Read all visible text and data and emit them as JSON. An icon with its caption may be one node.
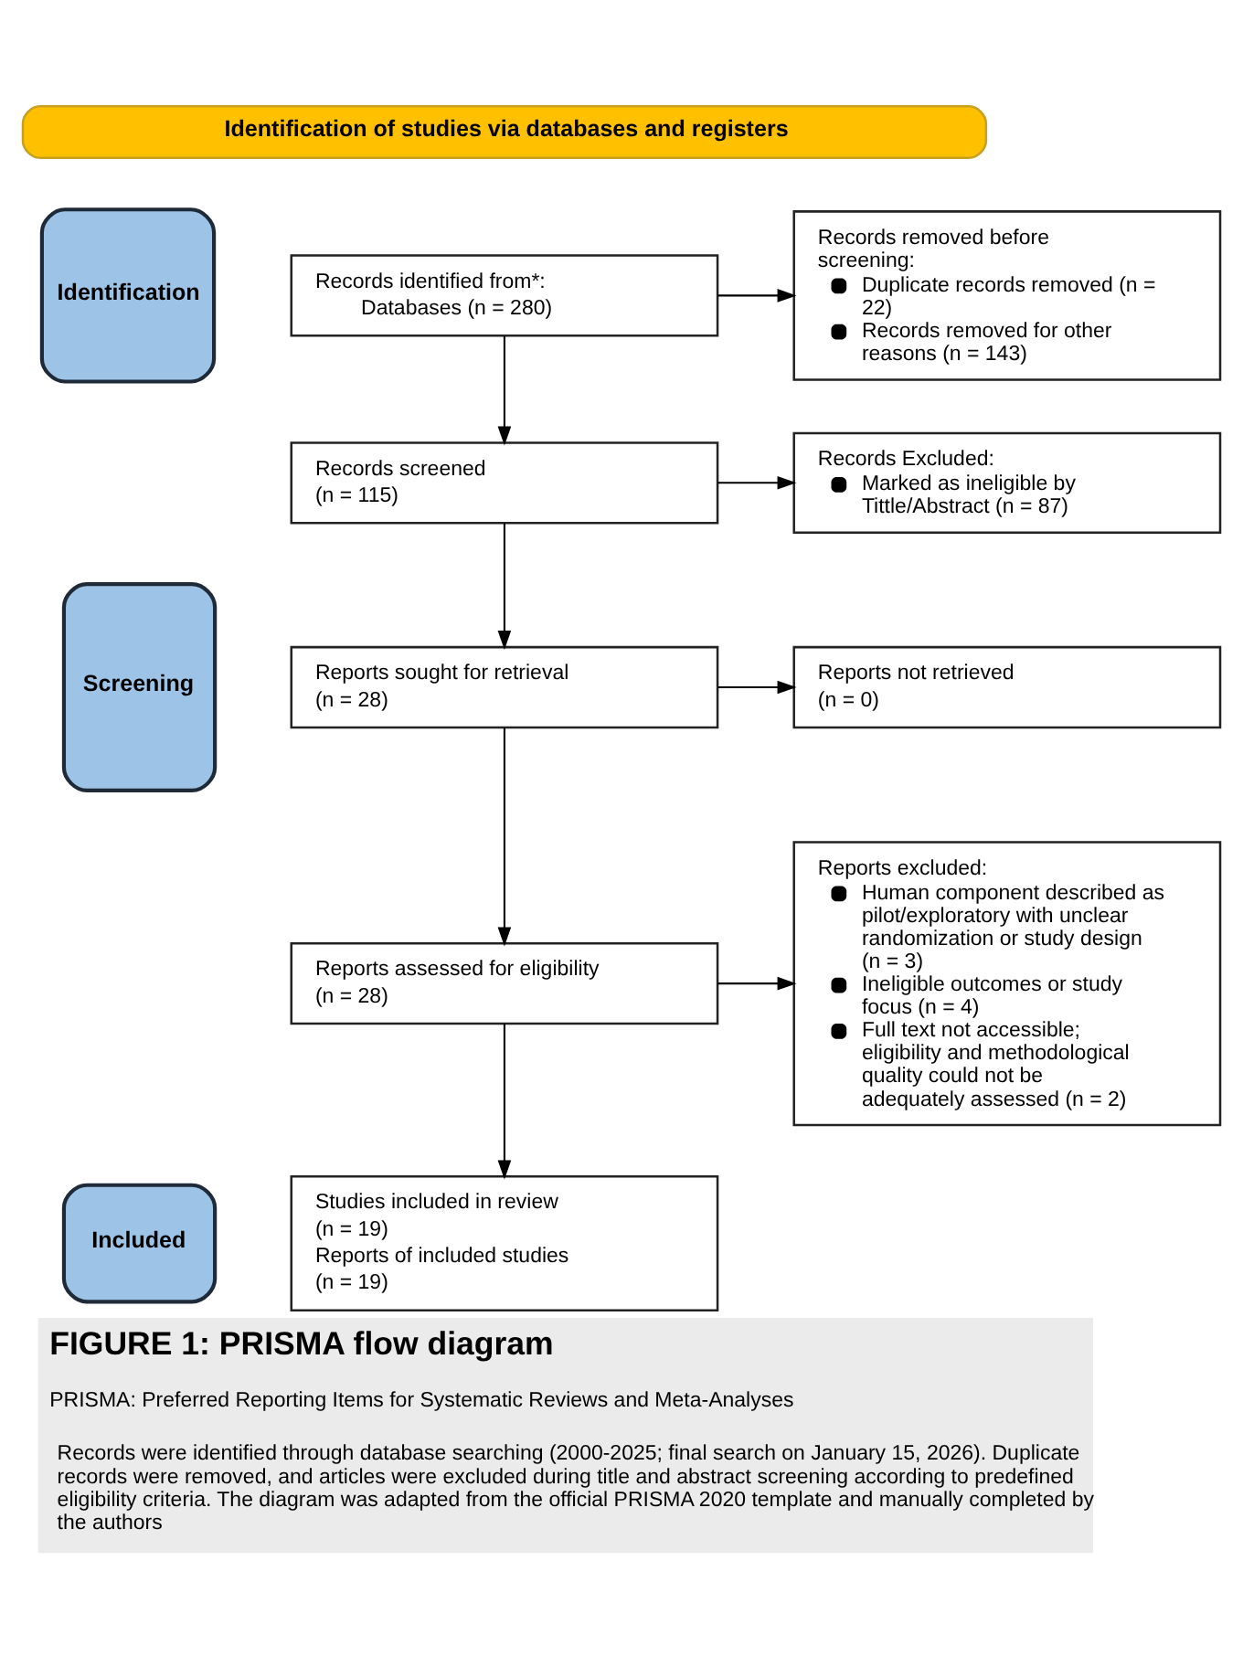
{
  "diagram": {
    "title": "FIGURE 1: PRISMA flow diagram",
    "caption": "Records were identified through database searching (2000-2025; final search on January 15, 2026). Duplicate records were removed, and articles were excluded during title and abstract screening according to predefined eligibility criteria. The diagram was adapted from the official PRISMA 2020 template and manually completed by the authors",
    "nodes": [
      {
        "text": [
          "Identification of studies via databases and registers"
        ]
      },
      {
        "text": [
          "Identification"
        ]
      },
      {
        "text": [
          "Records identified from*:",
          "Databases (n = 280)"
        ]
      },
      {
        "text": [
          "Records removed before screening:",
          "Duplicate records removed (n = 22)",
          "Records removed for other reasons (n = 143)"
        ]
      },
      {
        "text": [
          "Screening"
        ]
      },
      {
        "text": [
          "Records screened",
          "(n = 115)"
        ]
      },
      {
        "text": [
          "Records Excluded:",
          "Marked as ineligible by Tittle/Abstract (n = 87)"
        ]
      },
      {
        "text": [
          "Reports sought for retrieval",
          "(n = 28)"
        ]
      },
      {
        "text": [
          "Reports not retrieved",
          "(n = 0)"
        ]
      },
      {
        "text": [
          "Reports assessed for eligibility",
          "(n = 28)"
        ]
      },
      {
        "text": [
          "Reports excluded:",
          "Human component described as pilot/exploratory with unclear randomization or study design (n = 3)",
          "Ineligible outcomes or study focus (n = 4)",
          "Full text not accessible; eligibility and methodological quality could not be adequately assessed (n = 2)"
        ]
      },
      {
        "text": [
          "Included"
        ]
      },
      {
        "text": [
          "Studies included in review",
          "(n = 19)",
          "Reports of included studies",
          "(n = 19)"
        ]
      }
    ],
    "edges": [
      {
        "from": 2,
        "to": 3,
        "arrow": "to"
      },
      {
        "from": 2,
        "to": 5,
        "arrow": "to"
      },
      {
        "from": 5,
        "to": 6,
        "arrow": "to"
      },
      {
        "from": 5,
        "to": 7,
        "arrow": "to"
      },
      {
        "from": 7,
        "to": 8,
        "arrow": "to"
      },
      {
        "from": 7,
        "to": 9,
        "arrow": "to"
      },
      {
        "from": 9,
        "to": 10,
        "arrow": "to"
      },
      {
        "from": 9,
        "to": 12,
        "arrow": "to"
      }
    ],
    "labels": [
      "PRISMA: Preferred Reporting Items for Systematic Reviews and Meta-Analyses"
    ]
  }
}
